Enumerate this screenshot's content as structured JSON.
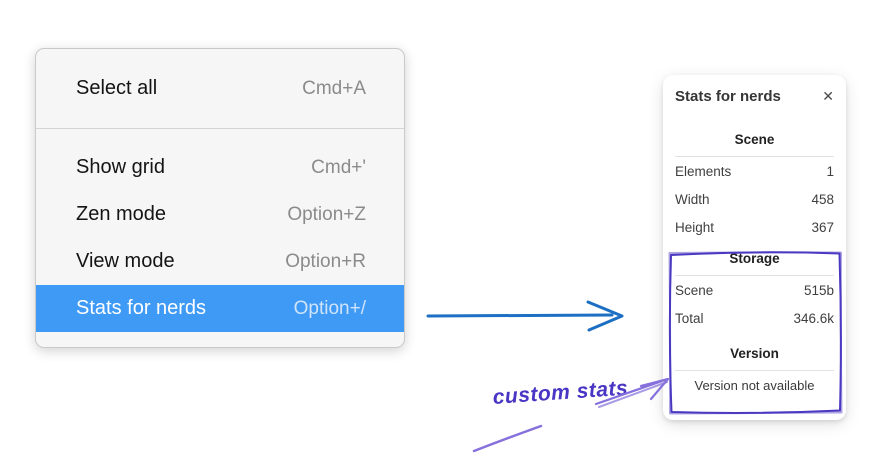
{
  "context_menu": {
    "sections": [
      {
        "items": [
          {
            "label": "Select all",
            "shortcut": "Cmd+A",
            "highlighted": false
          }
        ]
      },
      {
        "items": [
          {
            "label": "Show grid",
            "shortcut": "Cmd+'",
            "highlighted": false
          },
          {
            "label": "Zen mode",
            "shortcut": "Option+Z",
            "highlighted": false
          },
          {
            "label": "View mode",
            "shortcut": "Option+R",
            "highlighted": false
          },
          {
            "label": "Stats for nerds",
            "shortcut": "Option+/",
            "highlighted": true
          }
        ]
      }
    ]
  },
  "stats_panel": {
    "title": "Stats for nerds",
    "close_icon": "✕",
    "scene": {
      "header": "Scene",
      "rows": [
        {
          "label": "Elements",
          "value": "1"
        },
        {
          "label": "Width",
          "value": "458"
        },
        {
          "label": "Height",
          "value": "367"
        }
      ]
    },
    "storage": {
      "header": "Storage",
      "rows": [
        {
          "label": "Scene",
          "value": "515b"
        },
        {
          "label": "Total",
          "value": "346.6k"
        }
      ]
    },
    "version": {
      "header": "Version",
      "note": "Version not available"
    }
  },
  "annotation": {
    "text": "custom stats"
  },
  "colors": {
    "menu_highlight": "#3e9af4",
    "blue_arrow": "#1c6fc2",
    "purple_primary": "#4b39c1",
    "purple_light": "#8670dc"
  }
}
